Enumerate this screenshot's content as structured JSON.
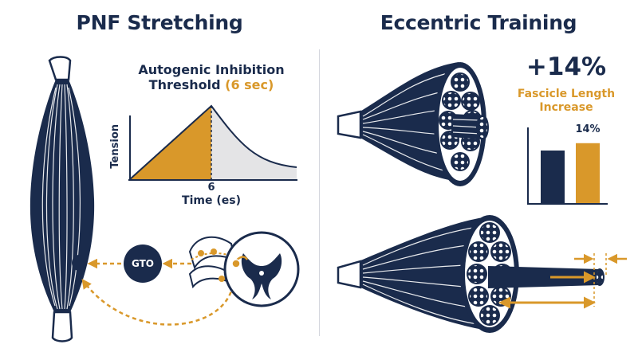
{
  "left_panel": {
    "title": "PNF Stretching",
    "graph": {
      "title_line1": "Autogenic Inhibition",
      "title_line2_prefix": "Threshold ",
      "title_line2_highlight": "(6 sec)",
      "y_label": "Tension",
      "x_tick": "6",
      "x_label": "Time (es)"
    },
    "reflex": {
      "gto_label": "GTO"
    }
  },
  "right_panel": {
    "title": "Eccentric Training",
    "stat_value": "+14%",
    "stat_label_line1": "Fascicle Length",
    "stat_label_line2": "Increase",
    "bar_chart": {
      "bar_label": "14%",
      "values": [
        1.0,
        1.14
      ]
    }
  },
  "colors": {
    "navy": "#1a2b4c",
    "gold": "#d9982a",
    "gray_fill": "#e4e4e6",
    "divider": "#d4d7de"
  }
}
